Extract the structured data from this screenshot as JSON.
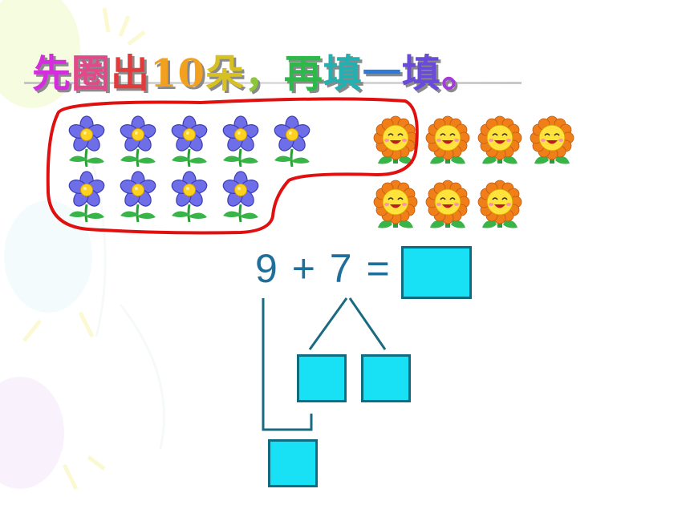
{
  "title": {
    "chars": [
      {
        "t": "先",
        "c": "#d62ce0"
      },
      {
        "t": "圈",
        "c": "#e04a8a"
      },
      {
        "t": "出",
        "c": "#e23b3b"
      },
      {
        "t": "10",
        "c": "#f2a020"
      },
      {
        "t": "朵",
        "c": "#d7c022"
      },
      {
        "t": "，",
        "c": "#8ac83a"
      },
      {
        "t": "再",
        "c": "#2db84a"
      },
      {
        "t": "填",
        "c": "#22b0b0"
      },
      {
        "t": "一",
        "c": "#2f7bd8"
      },
      {
        "t": "填",
        "c": "#6a4ad8"
      },
      {
        "t": "。",
        "c": "#a43ad8"
      }
    ]
  },
  "flowers": {
    "purple_row1": 5,
    "purple_row2": 4,
    "sunflower_row1": 4,
    "sunflower_row2": 3
  },
  "equation": {
    "text": "9 + 7 ="
  },
  "colors": {
    "answer_box": "#19e1f5",
    "box_border": "#0d6c80",
    "circle": "#e01010",
    "equation": "#1f6f9a"
  }
}
